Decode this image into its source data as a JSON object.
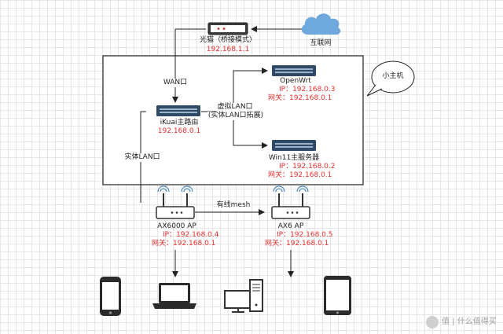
{
  "nodes": {
    "modem": {
      "name": "光猫（桥接模式）",
      "ip": "192.168.1.1"
    },
    "internet": {
      "name": "互联网"
    },
    "host": {
      "name": "小主机"
    },
    "router": {
      "name": "iKuai主路由",
      "ip": "192.168.0.1"
    },
    "openwrt": {
      "name": "OpenWrt",
      "ip": "IP：192.168.0.3",
      "gateway": "网关：192.168.0.1"
    },
    "win11": {
      "name": "Win11主服务器",
      "ip": "IP：192.168.0.2",
      "gateway": "网关：192.168.0.1"
    },
    "ap1": {
      "name": "AX6000 AP",
      "ip": "IP：192.168.0.4",
      "gateway": "网关：192.168.0.1"
    },
    "ap2": {
      "name": "AX6 AP",
      "ip": "IP：192.168.0.5",
      "gateway": "网关：192.168.0.1"
    }
  },
  "links": {
    "wan": "WAN口",
    "virtual_lan": "虚拟LAN口",
    "virtual_lan_note": "(实体LAN口拓展)",
    "physical_lan": "实体LAN口",
    "mesh": "有线mesh"
  },
  "watermark": "值 | 什么值得买"
}
